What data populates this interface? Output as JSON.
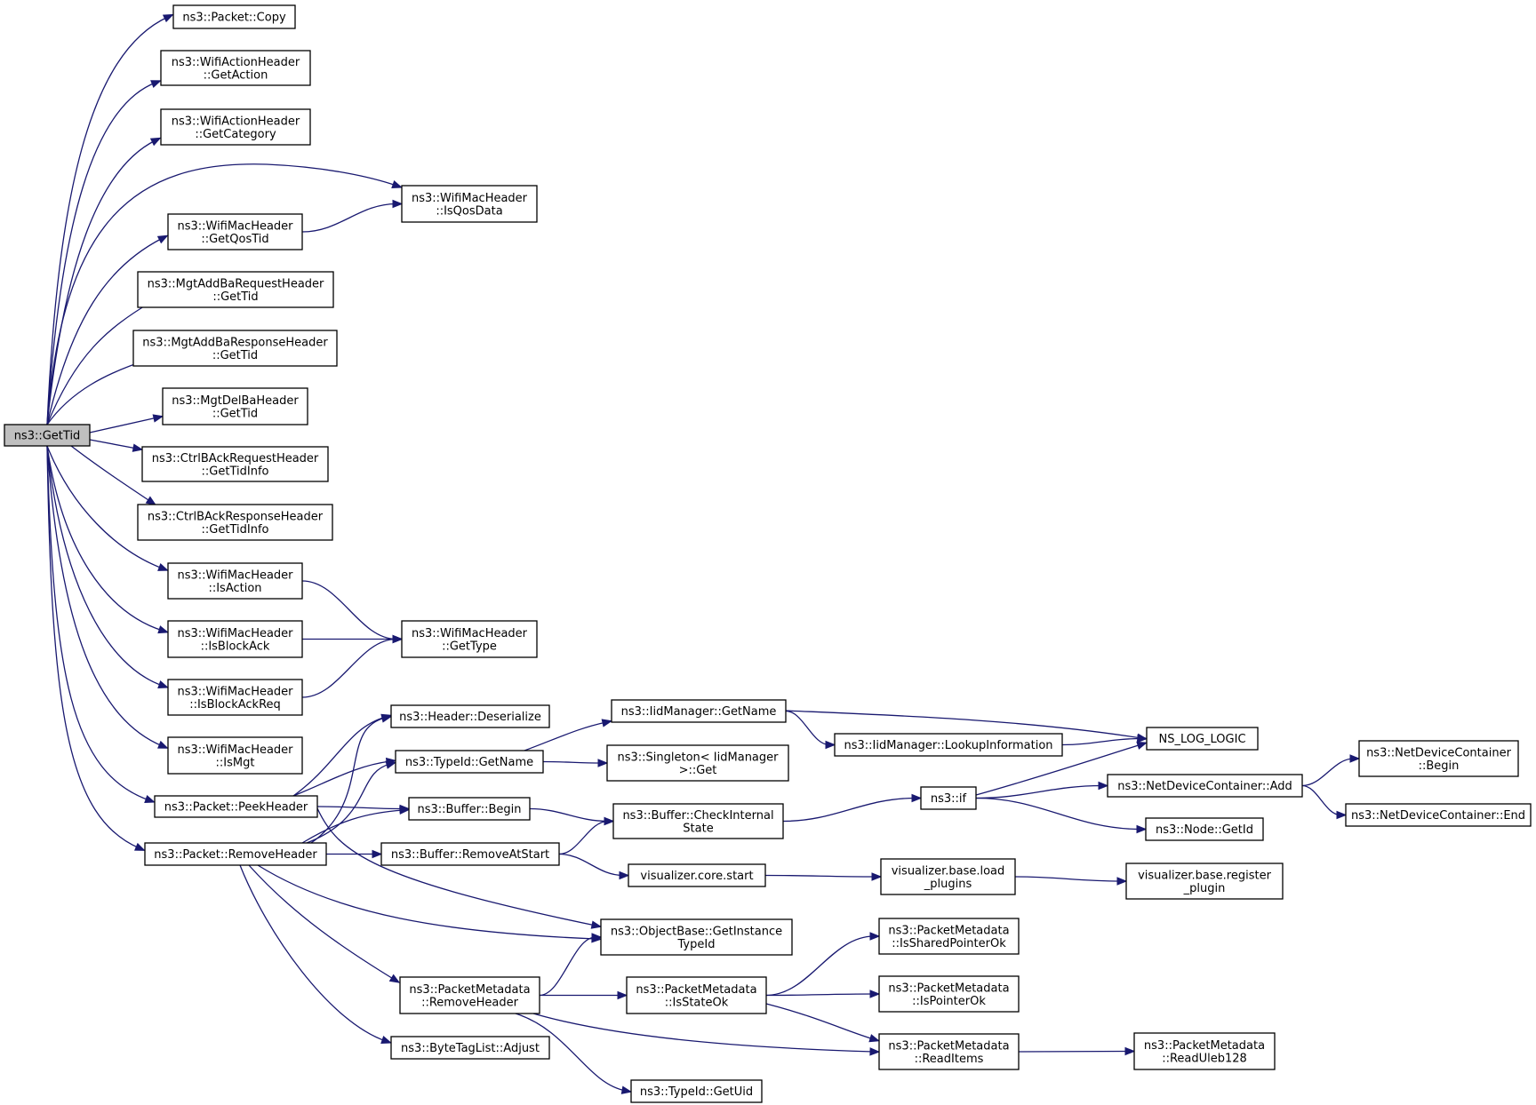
{
  "root": "n_gettid",
  "nodes": [
    {
      "id": "n_gettid",
      "lines": [
        "ns3::GetTid"
      ],
      "root": true
    },
    {
      "id": "n_copy",
      "lines": [
        "ns3::Packet::Copy"
      ]
    },
    {
      "id": "n_getaction",
      "lines": [
        "ns3::WifiActionHeader",
        "::GetAction"
      ]
    },
    {
      "id": "n_getcategory",
      "lines": [
        "ns3::WifiActionHeader",
        "::GetCategory"
      ]
    },
    {
      "id": "n_isqosdata",
      "lines": [
        "ns3::WifiMacHeader",
        "::IsQosData"
      ]
    },
    {
      "id": "n_getqostid",
      "lines": [
        "ns3::WifiMacHeader",
        "::GetQosTid"
      ]
    },
    {
      "id": "n_addbareq",
      "lines": [
        "ns3::MgtAddBaRequestHeader",
        "::GetTid"
      ]
    },
    {
      "id": "n_addbaresp",
      "lines": [
        "ns3::MgtAddBaResponseHeader",
        "::GetTid"
      ]
    },
    {
      "id": "n_delba",
      "lines": [
        "ns3::MgtDelBaHeader",
        "::GetTid"
      ]
    },
    {
      "id": "n_ctrlreq",
      "lines": [
        "ns3::CtrlBAckRequestHeader",
        "::GetTidInfo"
      ]
    },
    {
      "id": "n_ctrlresp",
      "lines": [
        "ns3::CtrlBAckResponseHeader",
        "::GetTidInfo"
      ]
    },
    {
      "id": "n_isaction",
      "lines": [
        "ns3::WifiMacHeader",
        "::IsAction"
      ]
    },
    {
      "id": "n_isblockack",
      "lines": [
        "ns3::WifiMacHeader",
        "::IsBlockAck"
      ]
    },
    {
      "id": "n_isblockackreq",
      "lines": [
        "ns3::WifiMacHeader",
        "::IsBlockAckReq"
      ]
    },
    {
      "id": "n_ismgt",
      "lines": [
        "ns3::WifiMacHeader",
        "::IsMgt"
      ]
    },
    {
      "id": "n_gettype",
      "lines": [
        "ns3::WifiMacHeader",
        "::GetType"
      ]
    },
    {
      "id": "n_peekheader",
      "lines": [
        "ns3::Packet::PeekHeader"
      ]
    },
    {
      "id": "n_removeheader",
      "lines": [
        "ns3::Packet::RemoveHeader"
      ]
    },
    {
      "id": "n_deserialize",
      "lines": [
        "ns3::Header::Deserialize"
      ]
    },
    {
      "id": "n_typeidgetname",
      "lines": [
        "ns3::TypeId::GetName"
      ]
    },
    {
      "id": "n_bufbegin",
      "lines": [
        "ns3::Buffer::Begin"
      ]
    },
    {
      "id": "n_removeatstart",
      "lines": [
        "ns3::Buffer::RemoveAtStart"
      ]
    },
    {
      "id": "n_iidgetname",
      "lines": [
        "ns3::IidManager::GetName"
      ]
    },
    {
      "id": "n_singleton",
      "lines": [
        "ns3::Singleton< IidManager",
        " >::Get"
      ]
    },
    {
      "id": "n_checkinternal",
      "lines": [
        "ns3::Buffer::CheckInternal",
        "State"
      ]
    },
    {
      "id": "n_vizstart",
      "lines": [
        "visualizer.core.start"
      ]
    },
    {
      "id": "n_getinstancetypeid",
      "lines": [
        "ns3::ObjectBase::GetInstance",
        "TypeId"
      ]
    },
    {
      "id": "n_pmremoveheader",
      "lines": [
        "ns3::PacketMetadata",
        "::RemoveHeader"
      ]
    },
    {
      "id": "n_bytetagadjust",
      "lines": [
        "ns3::ByteTagList::Adjust"
      ]
    },
    {
      "id": "n_isstateok",
      "lines": [
        "ns3::PacketMetadata",
        "::IsStateOk"
      ]
    },
    {
      "id": "n_gettuid",
      "lines": [
        "ns3::TypeId::GetUid"
      ]
    },
    {
      "id": "n_lookupinfo",
      "lines": [
        "ns3::IidManager::LookupInformation"
      ]
    },
    {
      "id": "n_nslog",
      "lines": [
        "NS_LOG_LOGIC"
      ]
    },
    {
      "id": "n_if",
      "lines": [
        "ns3::if"
      ]
    },
    {
      "id": "n_vizload",
      "lines": [
        "visualizer.base.load",
        "_plugins"
      ]
    },
    {
      "id": "n_issharedptr",
      "lines": [
        "ns3::PacketMetadata",
        "::IsSharedPointerOk"
      ]
    },
    {
      "id": "n_isptrok",
      "lines": [
        "ns3::PacketMetadata",
        "::IsPointerOk"
      ]
    },
    {
      "id": "n_readitems",
      "lines": [
        "ns3::PacketMetadata",
        "::ReadItems"
      ]
    },
    {
      "id": "n_ndcadd",
      "lines": [
        "ns3::NetDeviceContainer::Add"
      ]
    },
    {
      "id": "n_nodegetid",
      "lines": [
        "ns3::Node::GetId"
      ]
    },
    {
      "id": "n_vizregister",
      "lines": [
        "visualizer.base.register",
        "_plugin"
      ]
    },
    {
      "id": "n_readuleb",
      "lines": [
        "ns3::PacketMetadata",
        "::ReadUleb128"
      ]
    },
    {
      "id": "n_ndcbegin",
      "lines": [
        "ns3::NetDeviceContainer",
        "::Begin"
      ]
    },
    {
      "id": "n_ndcend",
      "lines": [
        "ns3::NetDeviceContainer::End"
      ]
    }
  ],
  "edges": [
    [
      "n_gettid",
      "n_copy"
    ],
    [
      "n_gettid",
      "n_getaction"
    ],
    [
      "n_gettid",
      "n_getcategory"
    ],
    [
      "n_gettid",
      "n_isqosdata"
    ],
    [
      "n_gettid",
      "n_getqostid"
    ],
    [
      "n_gettid",
      "n_addbareq"
    ],
    [
      "n_gettid",
      "n_addbaresp"
    ],
    [
      "n_gettid",
      "n_delba"
    ],
    [
      "n_gettid",
      "n_ctrlreq"
    ],
    [
      "n_gettid",
      "n_ctrlresp"
    ],
    [
      "n_gettid",
      "n_isaction"
    ],
    [
      "n_gettid",
      "n_isblockack"
    ],
    [
      "n_gettid",
      "n_isblockackreq"
    ],
    [
      "n_gettid",
      "n_ismgt"
    ],
    [
      "n_gettid",
      "n_peekheader"
    ],
    [
      "n_gettid",
      "n_removeheader"
    ],
    [
      "n_getqostid",
      "n_isqosdata"
    ],
    [
      "n_isaction",
      "n_gettype"
    ],
    [
      "n_isblockack",
      "n_gettype"
    ],
    [
      "n_isblockackreq",
      "n_gettype"
    ],
    [
      "n_peekheader",
      "n_deserialize"
    ],
    [
      "n_peekheader",
      "n_typeidgetname"
    ],
    [
      "n_peekheader",
      "n_bufbegin"
    ],
    [
      "n_peekheader",
      "n_getinstancetypeid"
    ],
    [
      "n_removeheader",
      "n_deserialize"
    ],
    [
      "n_removeheader",
      "n_typeidgetname"
    ],
    [
      "n_removeheader",
      "n_bufbegin"
    ],
    [
      "n_removeheader",
      "n_removeatstart"
    ],
    [
      "n_removeheader",
      "n_getinstancetypeid"
    ],
    [
      "n_removeheader",
      "n_pmremoveheader"
    ],
    [
      "n_removeheader",
      "n_bytetagadjust"
    ],
    [
      "n_typeidgetname",
      "n_iidgetname"
    ],
    [
      "n_typeidgetname",
      "n_singleton"
    ],
    [
      "n_bufbegin",
      "n_checkinternal"
    ],
    [
      "n_removeatstart",
      "n_checkinternal"
    ],
    [
      "n_removeatstart",
      "n_vizstart"
    ],
    [
      "n_iidgetname",
      "n_lookupinfo"
    ],
    [
      "n_iidgetname",
      "n_nslog"
    ],
    [
      "n_lookupinfo",
      "n_nslog"
    ],
    [
      "n_checkinternal",
      "n_if"
    ],
    [
      "n_if",
      "n_nslog"
    ],
    [
      "n_if",
      "n_ndcadd"
    ],
    [
      "n_if",
      "n_nodegetid"
    ],
    [
      "n_ndcadd",
      "n_ndcbegin"
    ],
    [
      "n_ndcadd",
      "n_ndcend"
    ],
    [
      "n_vizstart",
      "n_vizload"
    ],
    [
      "n_vizload",
      "n_vizregister"
    ],
    [
      "n_pmremoveheader",
      "n_getinstancetypeid"
    ],
    [
      "n_pmremoveheader",
      "n_isstateok"
    ],
    [
      "n_pmremoveheader",
      "n_readitems"
    ],
    [
      "n_pmremoveheader",
      "n_gettuid"
    ],
    [
      "n_isstateok",
      "n_issharedptr"
    ],
    [
      "n_isstateok",
      "n_isptrok"
    ],
    [
      "n_isstateok",
      "n_readitems"
    ],
    [
      "n_readitems",
      "n_readuleb"
    ]
  ]
}
